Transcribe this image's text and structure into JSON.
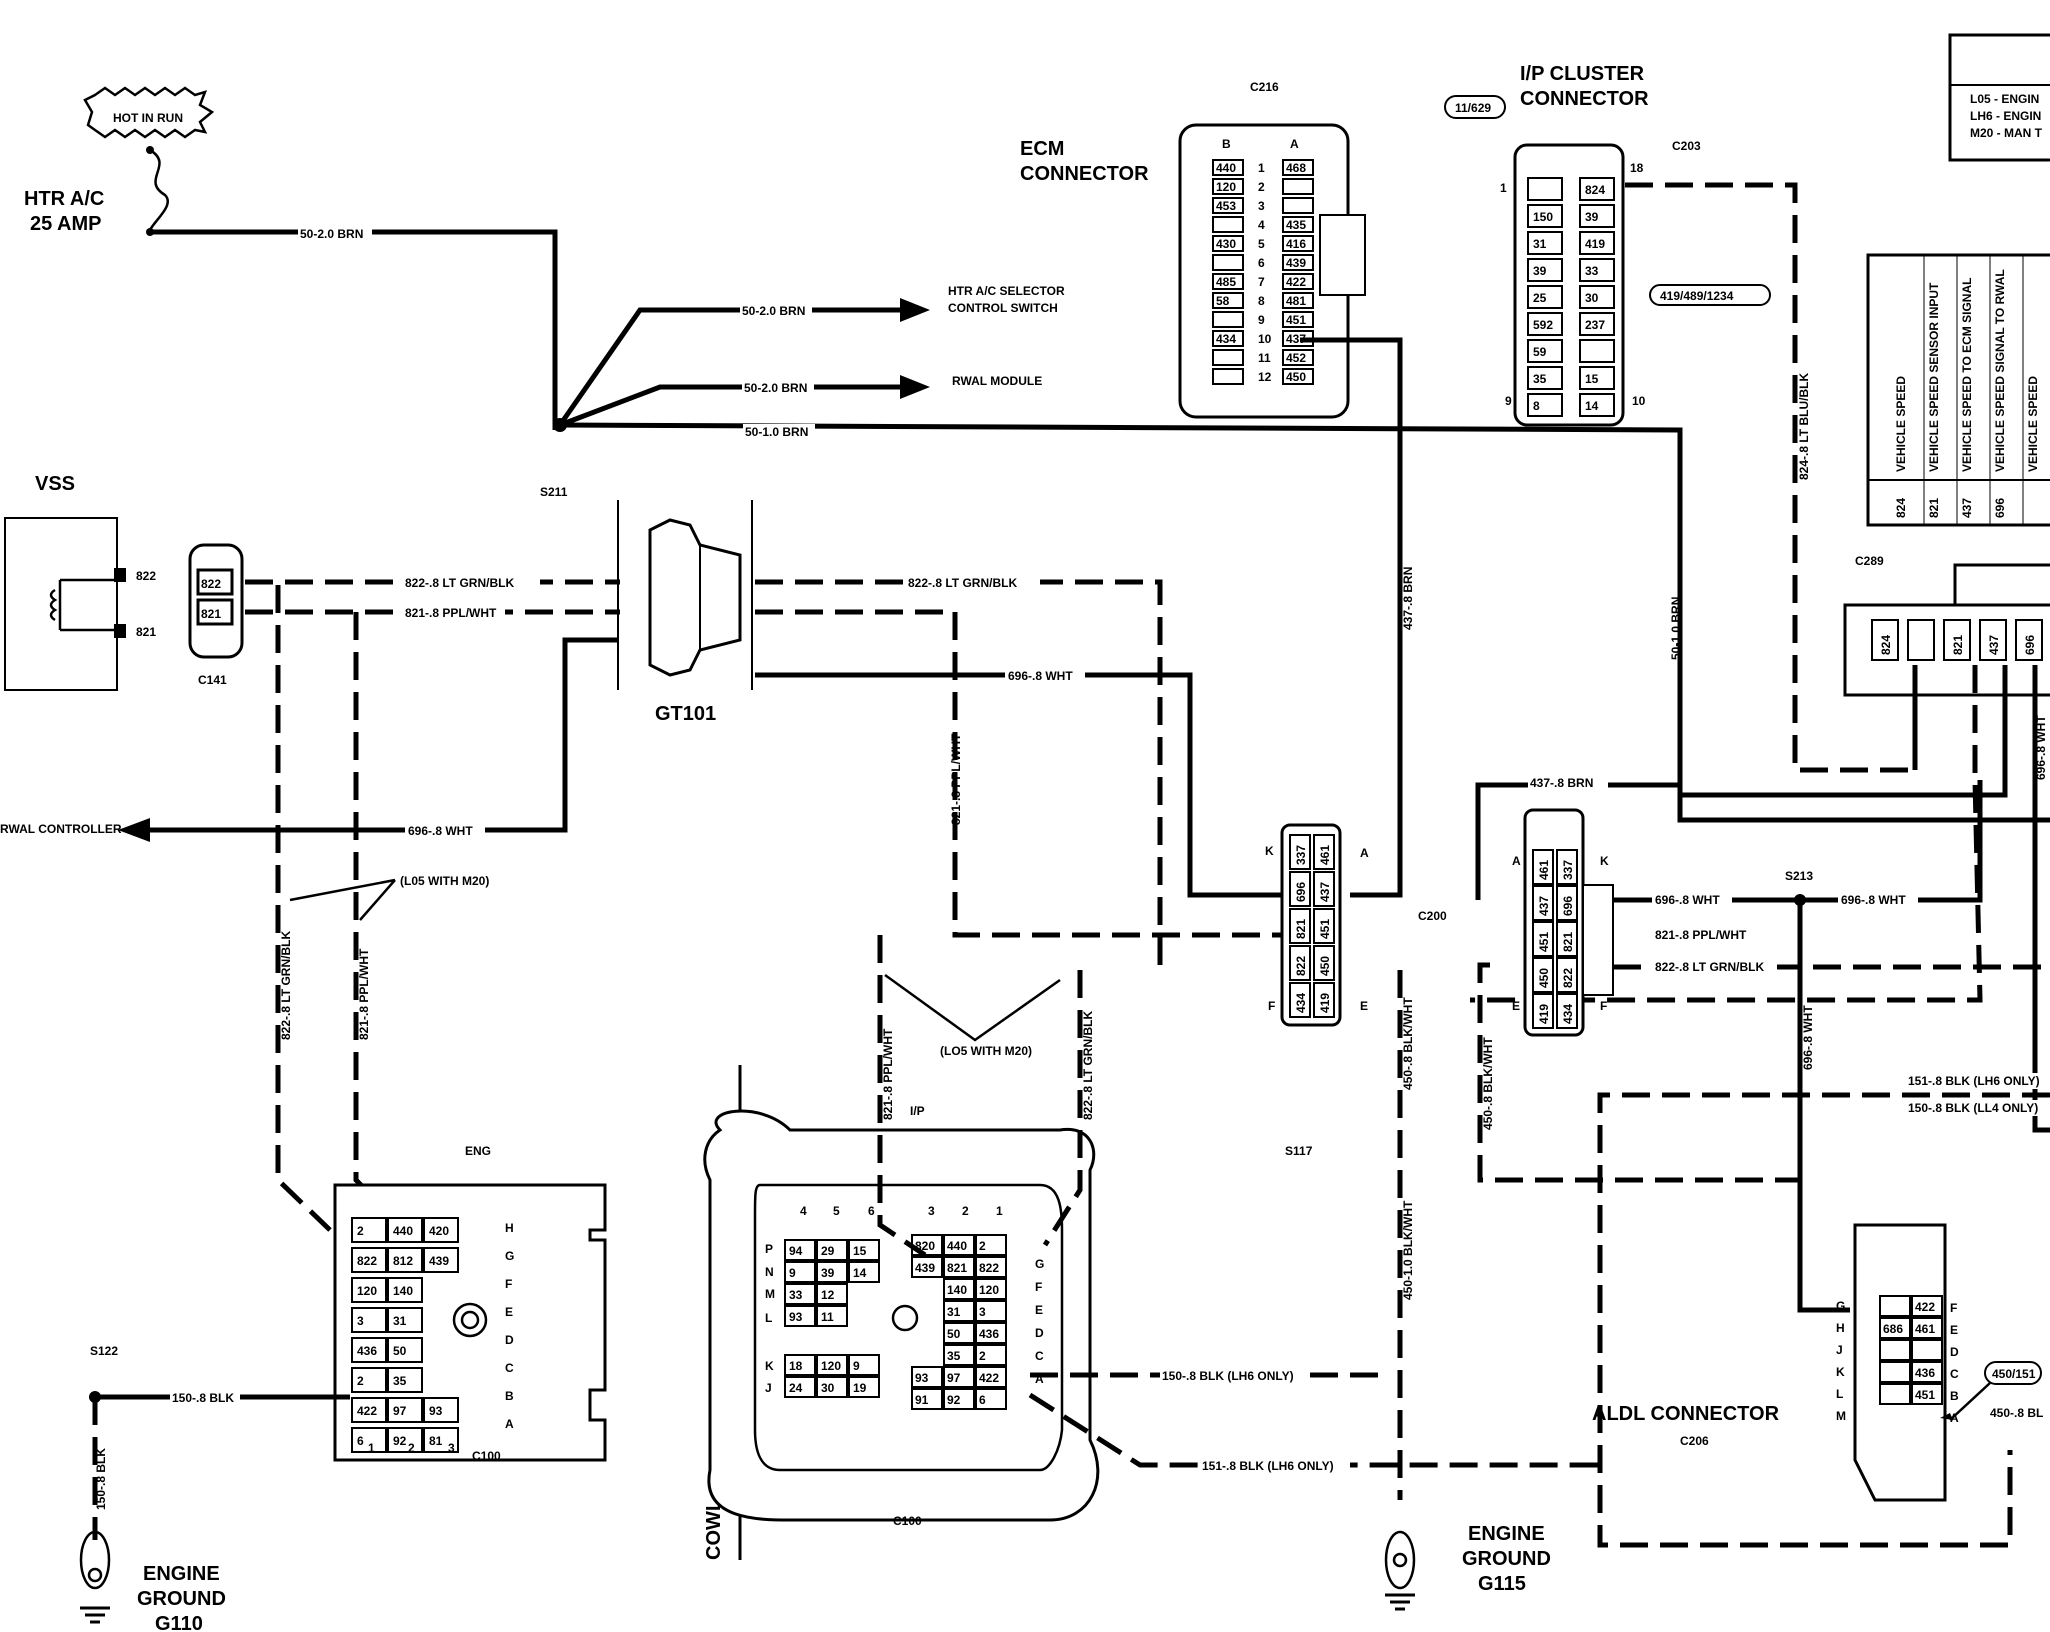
{
  "hot_in_run": "HOT IN RUN",
  "fuse": {
    "line1": "HTR A/C",
    "line2": "25 AMP"
  },
  "splices": {
    "s211": "S211",
    "s122": "S122",
    "s213": "S213",
    "s117": "S117"
  },
  "wires": {
    "w50_2_top": "50-2.0 BRN",
    "w50_2_a": "50-2.0 BRN",
    "w50_2_b": "50-2.0 BRN",
    "w50_1": "50-1.0 BRN",
    "w822_left": "822-.8 LT GRN/BLK",
    "w821_left": "821-.8 PPL/WHT",
    "w822_right": "822-.8 LT GRN/BLK",
    "w696_top": "696-.8 WHT",
    "w696_left": "696-.8 WHT",
    "w821_vert": "821-.8 PPL/WHT",
    "w822_eng_vert": "822-.8 LT GRN/BLK",
    "w821_eng_vert": "821-.8 PPL/WHT",
    "w437_vert": "437-.8 BRN",
    "w50_1_vert": "50-1.0 BRN",
    "w824_vert": "824-.8 LT BLU/BLK",
    "w437_h": "437-.8 BRN",
    "w696_c200": "696-.8 WHT",
    "w696_s213": "696-.8 WHT",
    "w821_c200": "821-.8 PPL/WHT",
    "w822_c200": "822-.8 LT GRN/BLK",
    "w450_blkwht": "450-.8 BLK/WHT",
    "w450_1_vert": "450-1.0 BLK/WHT",
    "w450_8_vert": "450-.8 BLK/WHT",
    "w696_vert": "696-.8 WHT",
    "w151_lh6": "151-.8 BLK (LH6 ONLY)",
    "w150_ll4": "150-.8 BLK (LL4 ONLY)",
    "w150_lh6": "150-.8 BLK (LH6 ONLY)",
    "w151_lh6_bottom": "151-.8 BLK (LH6 ONLY)",
    "w150_blk": "150-.8 BLK",
    "w150_vert": "150-.8 BLK",
    "w450_aldl": "450-.8 BL",
    "w821_ip_vert": "821-.8 PPL/WHT",
    "w822_ip_vert": "822-.8 LT GRN/BLK",
    "w696_right_vert": "696-.8 WHT"
  },
  "destinations": {
    "htr_selector_1": "HTR A/C SELECTOR",
    "htr_selector_2": "CONTROL SWITCH",
    "rwal_module": "RWAL MODULE",
    "rwal_controller": "RWAL CONTROLLER"
  },
  "notes": {
    "l05_m20_a": "(L05 WITH M20)",
    "l05_m20_b": "(LO5 WITH M20)"
  },
  "vss": {
    "title": "VSS",
    "pin_a": "822",
    "pin_b": "821",
    "c141": "C141",
    "c141_a": "822",
    "c141_b": "821"
  },
  "gt101": "GT101",
  "ecm": {
    "title1": "ECM",
    "title2": "CONNECTOR",
    "id": "C216",
    "col_b": "B",
    "col_a": "A",
    "rows": [
      [
        "440",
        "1",
        "468"
      ],
      [
        "120",
        "2",
        ""
      ],
      [
        "453",
        "3",
        ""
      ],
      [
        "",
        "4",
        "435"
      ],
      [
        "430",
        "5",
        "416"
      ],
      [
        "",
        "6",
        "439"
      ],
      [
        "485",
        "7",
        "422"
      ],
      [
        "58",
        "8",
        "481"
      ],
      [
        "",
        "9",
        "451"
      ],
      [
        "434",
        "10",
        "437"
      ],
      [
        "",
        "11",
        "452"
      ],
      [
        "",
        "12",
        "450"
      ]
    ]
  },
  "ip_cluster": {
    "title1": "I/P CLUSTER",
    "title2": "CONNECTOR",
    "id": "C203",
    "ref": "11/629",
    "ref2": "419/489/1234",
    "pin1": "1",
    "pin18": "18",
    "pin9": "9",
    "pin10": "10",
    "rows": [
      [
        "",
        "824"
      ],
      [
        "150",
        "39"
      ],
      [
        "31",
        "419"
      ],
      [
        "39",
        "33"
      ],
      [
        "25",
        "30"
      ],
      [
        "592",
        "237"
      ],
      [
        "59",
        ""
      ],
      [
        "35",
        "15"
      ],
      [
        "8",
        "14"
      ]
    ]
  },
  "c200_left": {
    "k": "K",
    "a": "A",
    "f": "F",
    "e": "E",
    "cols": [
      [
        "337",
        "461"
      ],
      [
        "696",
        "437"
      ],
      [
        "821",
        "451"
      ],
      [
        "822",
        "450"
      ],
      [
        "434",
        "419"
      ]
    ]
  },
  "c200": "C200",
  "c200_right": {
    "a": "A",
    "k": "K",
    "e": "E",
    "f": "F",
    "cols": [
      [
        "461",
        "337"
      ],
      [
        "437",
        "696"
      ],
      [
        "451",
        "821"
      ],
      [
        "450",
        "822"
      ],
      [
        "419",
        "434"
      ]
    ]
  },
  "eng_conn": {
    "label": "ENG",
    "id": "C100",
    "rows": [
      [
        "2",
        "440",
        "420"
      ],
      [
        "822",
        "812",
        "439"
      ],
      [
        "120",
        "140",
        ""
      ],
      [
        "3",
        "31",
        ""
      ],
      [
        "436",
        "50",
        ""
      ],
      [
        "2",
        "35",
        ""
      ],
      [
        "422",
        "97",
        "93"
      ],
      [
        "6",
        "92",
        "81"
      ]
    ],
    "letters": [
      "H",
      "G",
      "F",
      "E",
      "D",
      "C",
      "B",
      "A"
    ],
    "nums": [
      "1",
      "2",
      "3"
    ]
  },
  "ip_conn": {
    "label": "I/P",
    "id": "C100",
    "top_nums": [
      "4",
      "5",
      "6",
      "3",
      "2",
      "1"
    ],
    "left_letters": [
      "P",
      "N",
      "M",
      "L",
      "K",
      "J"
    ],
    "right_letters": [
      "G",
      "F",
      "E",
      "D",
      "C",
      "A"
    ],
    "left_rows": [
      [
        "94",
        "29",
        "15"
      ],
      [
        "9",
        "39",
        "14"
      ],
      [
        "33",
        "12",
        ""
      ],
      [
        "93",
        "11",
        ""
      ]
    ],
    "left_bottom": [
      [
        "18",
        "120",
        "9"
      ],
      [
        "24",
        "30",
        "19"
      ]
    ],
    "right_rows": [
      [
        "820",
        "440",
        "2"
      ],
      [
        "439",
        "821",
        "822"
      ],
      [
        "140",
        "120"
      ],
      [
        "31",
        "3"
      ],
      [
        "50",
        "436"
      ],
      [
        "35",
        "2"
      ],
      [
        "93",
        "97",
        "422"
      ],
      [
        "91",
        "92",
        "6"
      ]
    ]
  },
  "cowl": "COWL",
  "ground_g110": {
    "l1": "ENGINE",
    "l2": "GROUND",
    "l3": "G110"
  },
  "ground_g115": {
    "l1": "ENGINE",
    "l2": "GROUND",
    "l3": "G115"
  },
  "aldl": {
    "title": "ALDL CONNECTOR",
    "id": "C206",
    "ref": "450/151",
    "left": [
      "G",
      "H",
      "J",
      "K",
      "L",
      "M"
    ],
    "right": [
      "F",
      "E",
      "D",
      "C",
      "B",
      "A"
    ],
    "cells": [
      [
        "",
        "422"
      ],
      [
        "686",
        "461"
      ],
      [
        "",
        ""
      ],
      [
        "",
        "436"
      ],
      [
        "",
        "451"
      ]
    ]
  },
  "legend": {
    "l05": "L05 - ENGIN",
    "lh6": "LH6 - ENGIN",
    "m20": "M20 - MAN T"
  },
  "vss_table": {
    "cols": [
      "VEHICLE SPEED",
      "VEHICLE SPEED SENSOR INPUT",
      "VEHICLE SPEED TO ECM SIGNAL",
      "VEHICLE SPEED SIGNAL TO RWAL",
      "VEHICLE SPEED"
    ],
    "nums": [
      "824",
      "821",
      "437",
      "696"
    ]
  },
  "c289": {
    "id": "C289",
    "pins": [
      "824",
      "",
      "821",
      "437",
      "696"
    ]
  }
}
